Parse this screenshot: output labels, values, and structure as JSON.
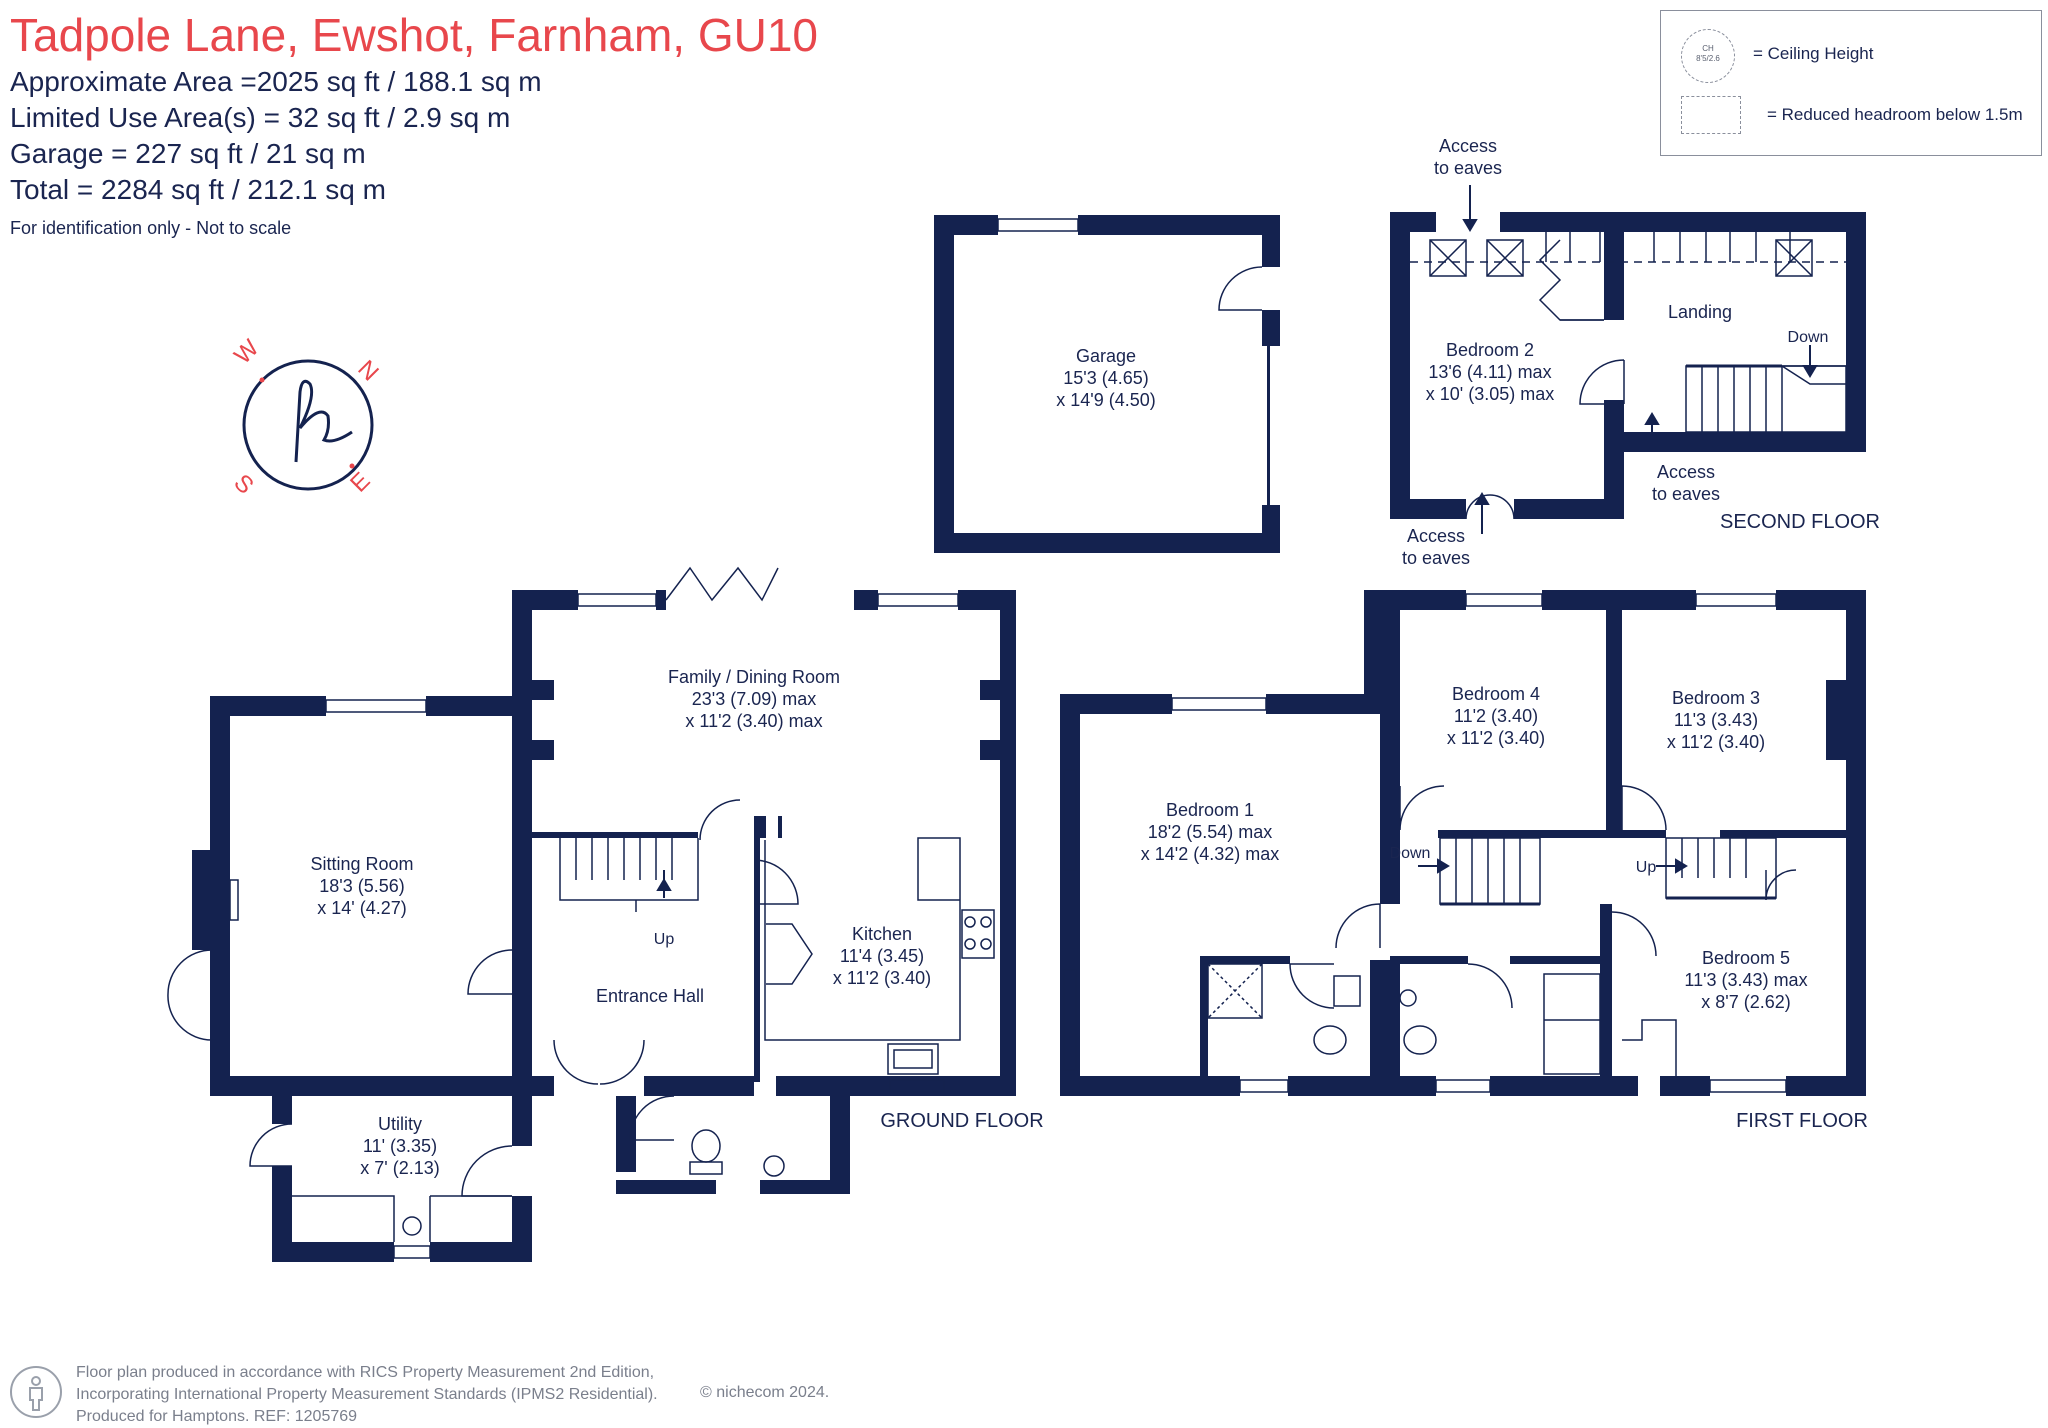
{
  "header": {
    "title": "Tadpole Lane, Ewshot, Farnham, GU10",
    "approx_area": "Approximate Area =2025  sq ft / 188.1  sq m",
    "limited_use": "Limited Use Area(s) = 32  sq ft / 2.9  sq m",
    "garage": "Garage = 227 sq ft / 21 sq m",
    "total": "Total = 2284 sq ft / 212.1 sq m",
    "note": "For identification only - Not to scale"
  },
  "legend": {
    "ch_symbol_top": "CH",
    "ch_symbol_bottom": "8'5/2.6",
    "ceiling_height": "= Ceiling Height",
    "reduced_headroom": "= Reduced headroom below 1.5m"
  },
  "compass": {
    "w": "W",
    "n": "N",
    "s": "S",
    "e": "E"
  },
  "floors": {
    "ground": "GROUND FLOOR",
    "first": "FIRST FLOOR",
    "second": "SECOND FLOOR"
  },
  "rooms": {
    "garage": [
      "Garage",
      "15'3 (4.65)",
      "x 14'9 (4.50)"
    ],
    "family": [
      "Family / Dining Room",
      "23'3 (7.09) max",
      "x 11'2 (3.40) max"
    ],
    "sitting": [
      "Sitting Room",
      "18'3 (5.56)",
      "x 14' (4.27)"
    ],
    "kitchen": [
      "Kitchen",
      "11'4 (3.45)",
      "x 11'2 (3.40)"
    ],
    "hall": [
      "Entrance Hall"
    ],
    "utility": [
      "Utility",
      "11' (3.35)",
      "x 7' (2.13)"
    ],
    "bed1": [
      "Bedroom 1",
      "18'2 (5.54) max",
      "x 14'2 (4.32) max"
    ],
    "bed2": [
      "Bedroom 2",
      "13'6 (4.11) max",
      "x 10' (3.05) max"
    ],
    "bed3": [
      "Bedroom 3",
      "11'3 (3.43)",
      "x 11'2 (3.40)"
    ],
    "bed4": [
      "Bedroom 4",
      "11'2 (3.40)",
      "x 11'2 (3.40)"
    ],
    "bed5": [
      "Bedroom 5",
      "11'3 (3.43) max",
      "x 8'7 (2.62)"
    ],
    "landing": [
      "Landing"
    ]
  },
  "labels": {
    "up_ground": "Up",
    "up_first": "Up",
    "down_first": "Down",
    "down_second": "Down",
    "access_top": [
      "Access",
      "to eaves"
    ],
    "access_right": [
      "Access",
      "to eaves"
    ],
    "access_bottom": [
      "Access",
      "to eaves"
    ]
  },
  "footer": {
    "line1": "Floor plan produced in accordance with RICS Property Measurement 2nd Edition,",
    "line2": "Incorporating International Property Measurement Standards (IPMS2 Residential).",
    "line3": "Produced for Hamptons.  REF:  1205769",
    "copyright": "© nichecom 2024."
  },
  "colors": {
    "wall": "#14224f",
    "title_red": "#e8474c",
    "text": "#1a2550"
  }
}
